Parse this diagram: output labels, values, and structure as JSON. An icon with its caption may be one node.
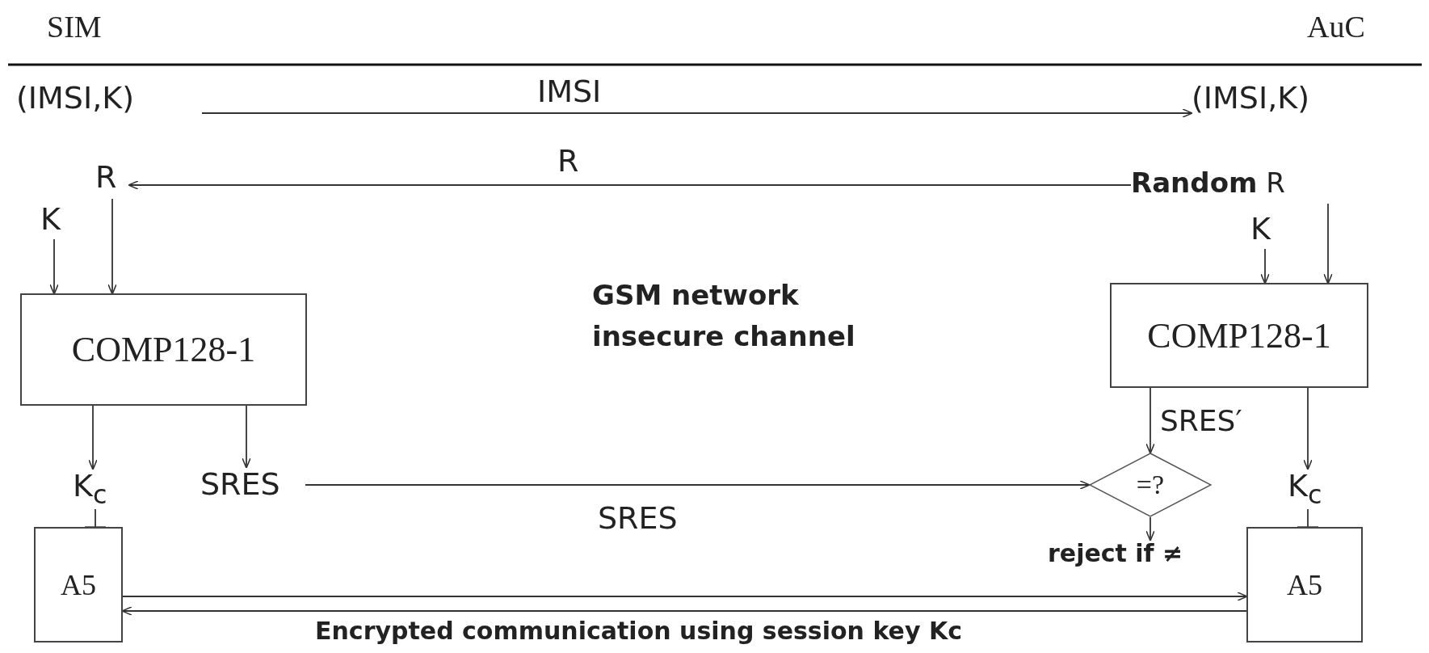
{
  "diagram": {
    "nodes": [
      {
        "text": [
          "(IMSI,K)"
        ]
      },
      {
        "text": [
          "(IMSI,K)"
        ]
      },
      {
        "text": [
          "R"
        ]
      },
      {
        "text": [
          "K"
        ]
      },
      {
        "text": [
          "COMP128-1"
        ]
      },
      {
        "text": [
          "**Random** R"
        ]
      },
      {
        "text": [
          "K"
        ]
      },
      {
        "text": [
          "COMP128-1"
        ]
      },
      {
        "text": [
          "K$_{c}$"
        ]
      },
      {
        "text": [
          "SRES"
        ]
      },
      {
        "text": [
          "=?"
        ]
      },
      {
        "text": [
          "K$_{c}$"
        ]
      },
      {
        "text": [
          "A5"
        ]
      },
      {
        "text": [
          "reject if ≠"
        ]
      },
      {
        "text": [
          "A5"
        ]
      }
    ],
    "edges": [
      {
        "from": 0,
        "to": 1,
        "arrow": "to",
        "label": "IMSI"
      },
      {
        "from": 5,
        "to": 2,
        "arrow": "to",
        "label": "R"
      },
      {
        "from": 3,
        "to": 4,
        "arrow": "to"
      },
      {
        "from": 2,
        "to": 4,
        "arrow": "to"
      },
      {
        "from": 6,
        "to": 7,
        "arrow": "to"
      },
      {
        "from": 5,
        "to": 7,
        "arrow": "to"
      },
      {
        "from": 4,
        "to": 8,
        "arrow": "to"
      },
      {
        "from": 4,
        "to": 9,
        "arrow": "to"
      },
      {
        "from": 9,
        "to": 10,
        "arrow": "to",
        "label": "SRES"
      },
      {
        "from": 7,
        "to": 10,
        "arrow": "to",
        "label": "SRES′"
      },
      {
        "from": 7,
        "to": 11,
        "arrow": "to"
      },
      {
        "from": 8,
        "to": 12,
        "arrow": "to"
      },
      {
        "from": 11,
        "to": 14,
        "arrow": "to"
      },
      {
        "from": 10,
        "to": 13,
        "arrow": "to"
      },
      {
        "from": 12,
        "to": 14,
        "arrow": "to"
      },
      {
        "from": 14,
        "to": 12,
        "arrow": "to",
        "label": "Encrypted communication using session key Kc"
      }
    ],
    "labels": [
      "SIM",
      "AuC",
      "GSM network insecure channel"
    ]
  }
}
